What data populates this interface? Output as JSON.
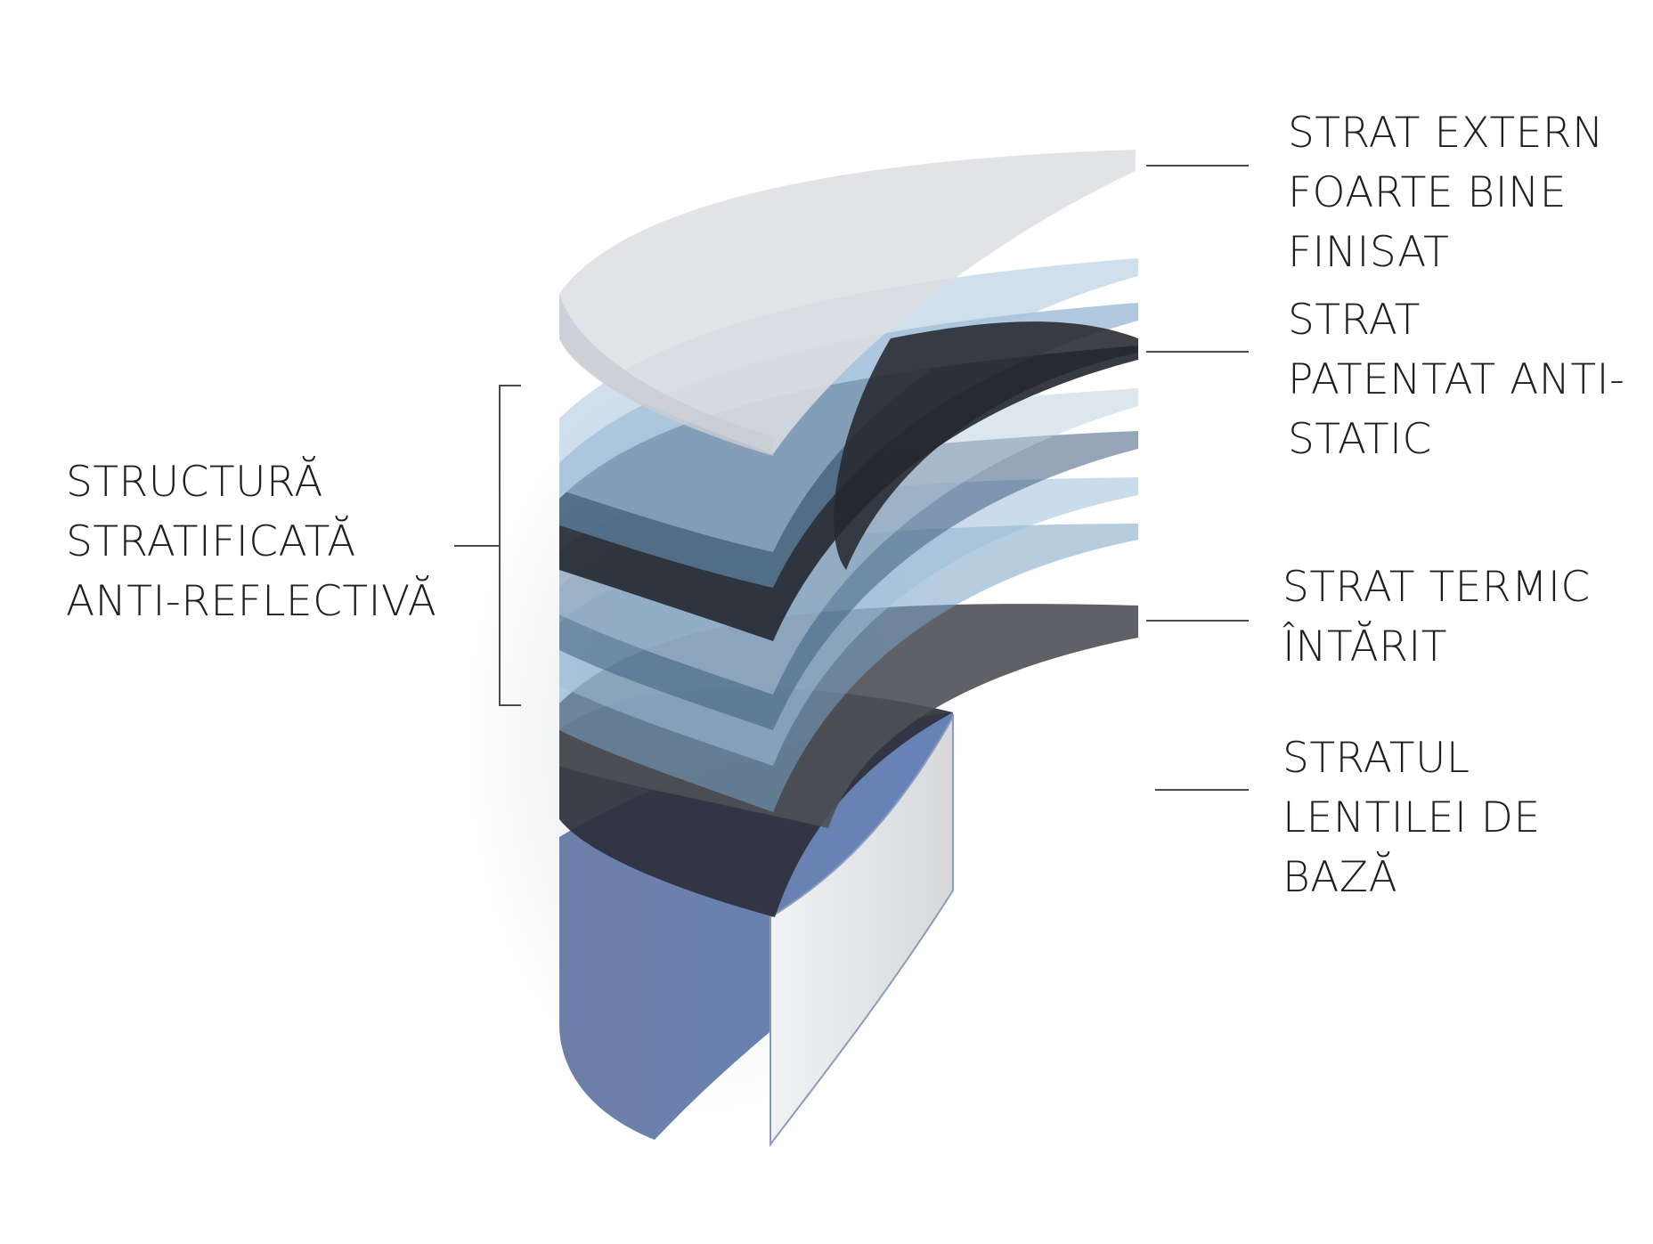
{
  "left_group": {
    "lines": [
      "STRUCTURĂ",
      "STRATIFICATĂ",
      "ANTI-REFLECTIVĂ"
    ]
  },
  "right_labels": [
    {
      "id": "outer",
      "lines": [
        "STRAT EXTERN",
        "FOARTE BINE",
        "FINISAT"
      ]
    },
    {
      "id": "antistatic",
      "lines": [
        "STRAT",
        "PATENTAT ANTI-",
        "STATIC"
      ]
    },
    {
      "id": "thermal",
      "lines": [
        "STRAT TERMIC",
        "ÎNTĂRIT"
      ]
    },
    {
      "id": "base",
      "lines": [
        "STRATUL",
        "LENTILEI DE",
        "BAZĂ"
      ]
    }
  ],
  "colors": {
    "frosted": "#dfe1e5",
    "light_blue": "#a9c4dc",
    "mid_blue": "#7fa8c9",
    "dark": "#2b2e36",
    "thermal": "#55575b",
    "base_blue": "#6a7fa9",
    "base_side": "#e6e7ea",
    "leader": "#4a4a4a"
  }
}
